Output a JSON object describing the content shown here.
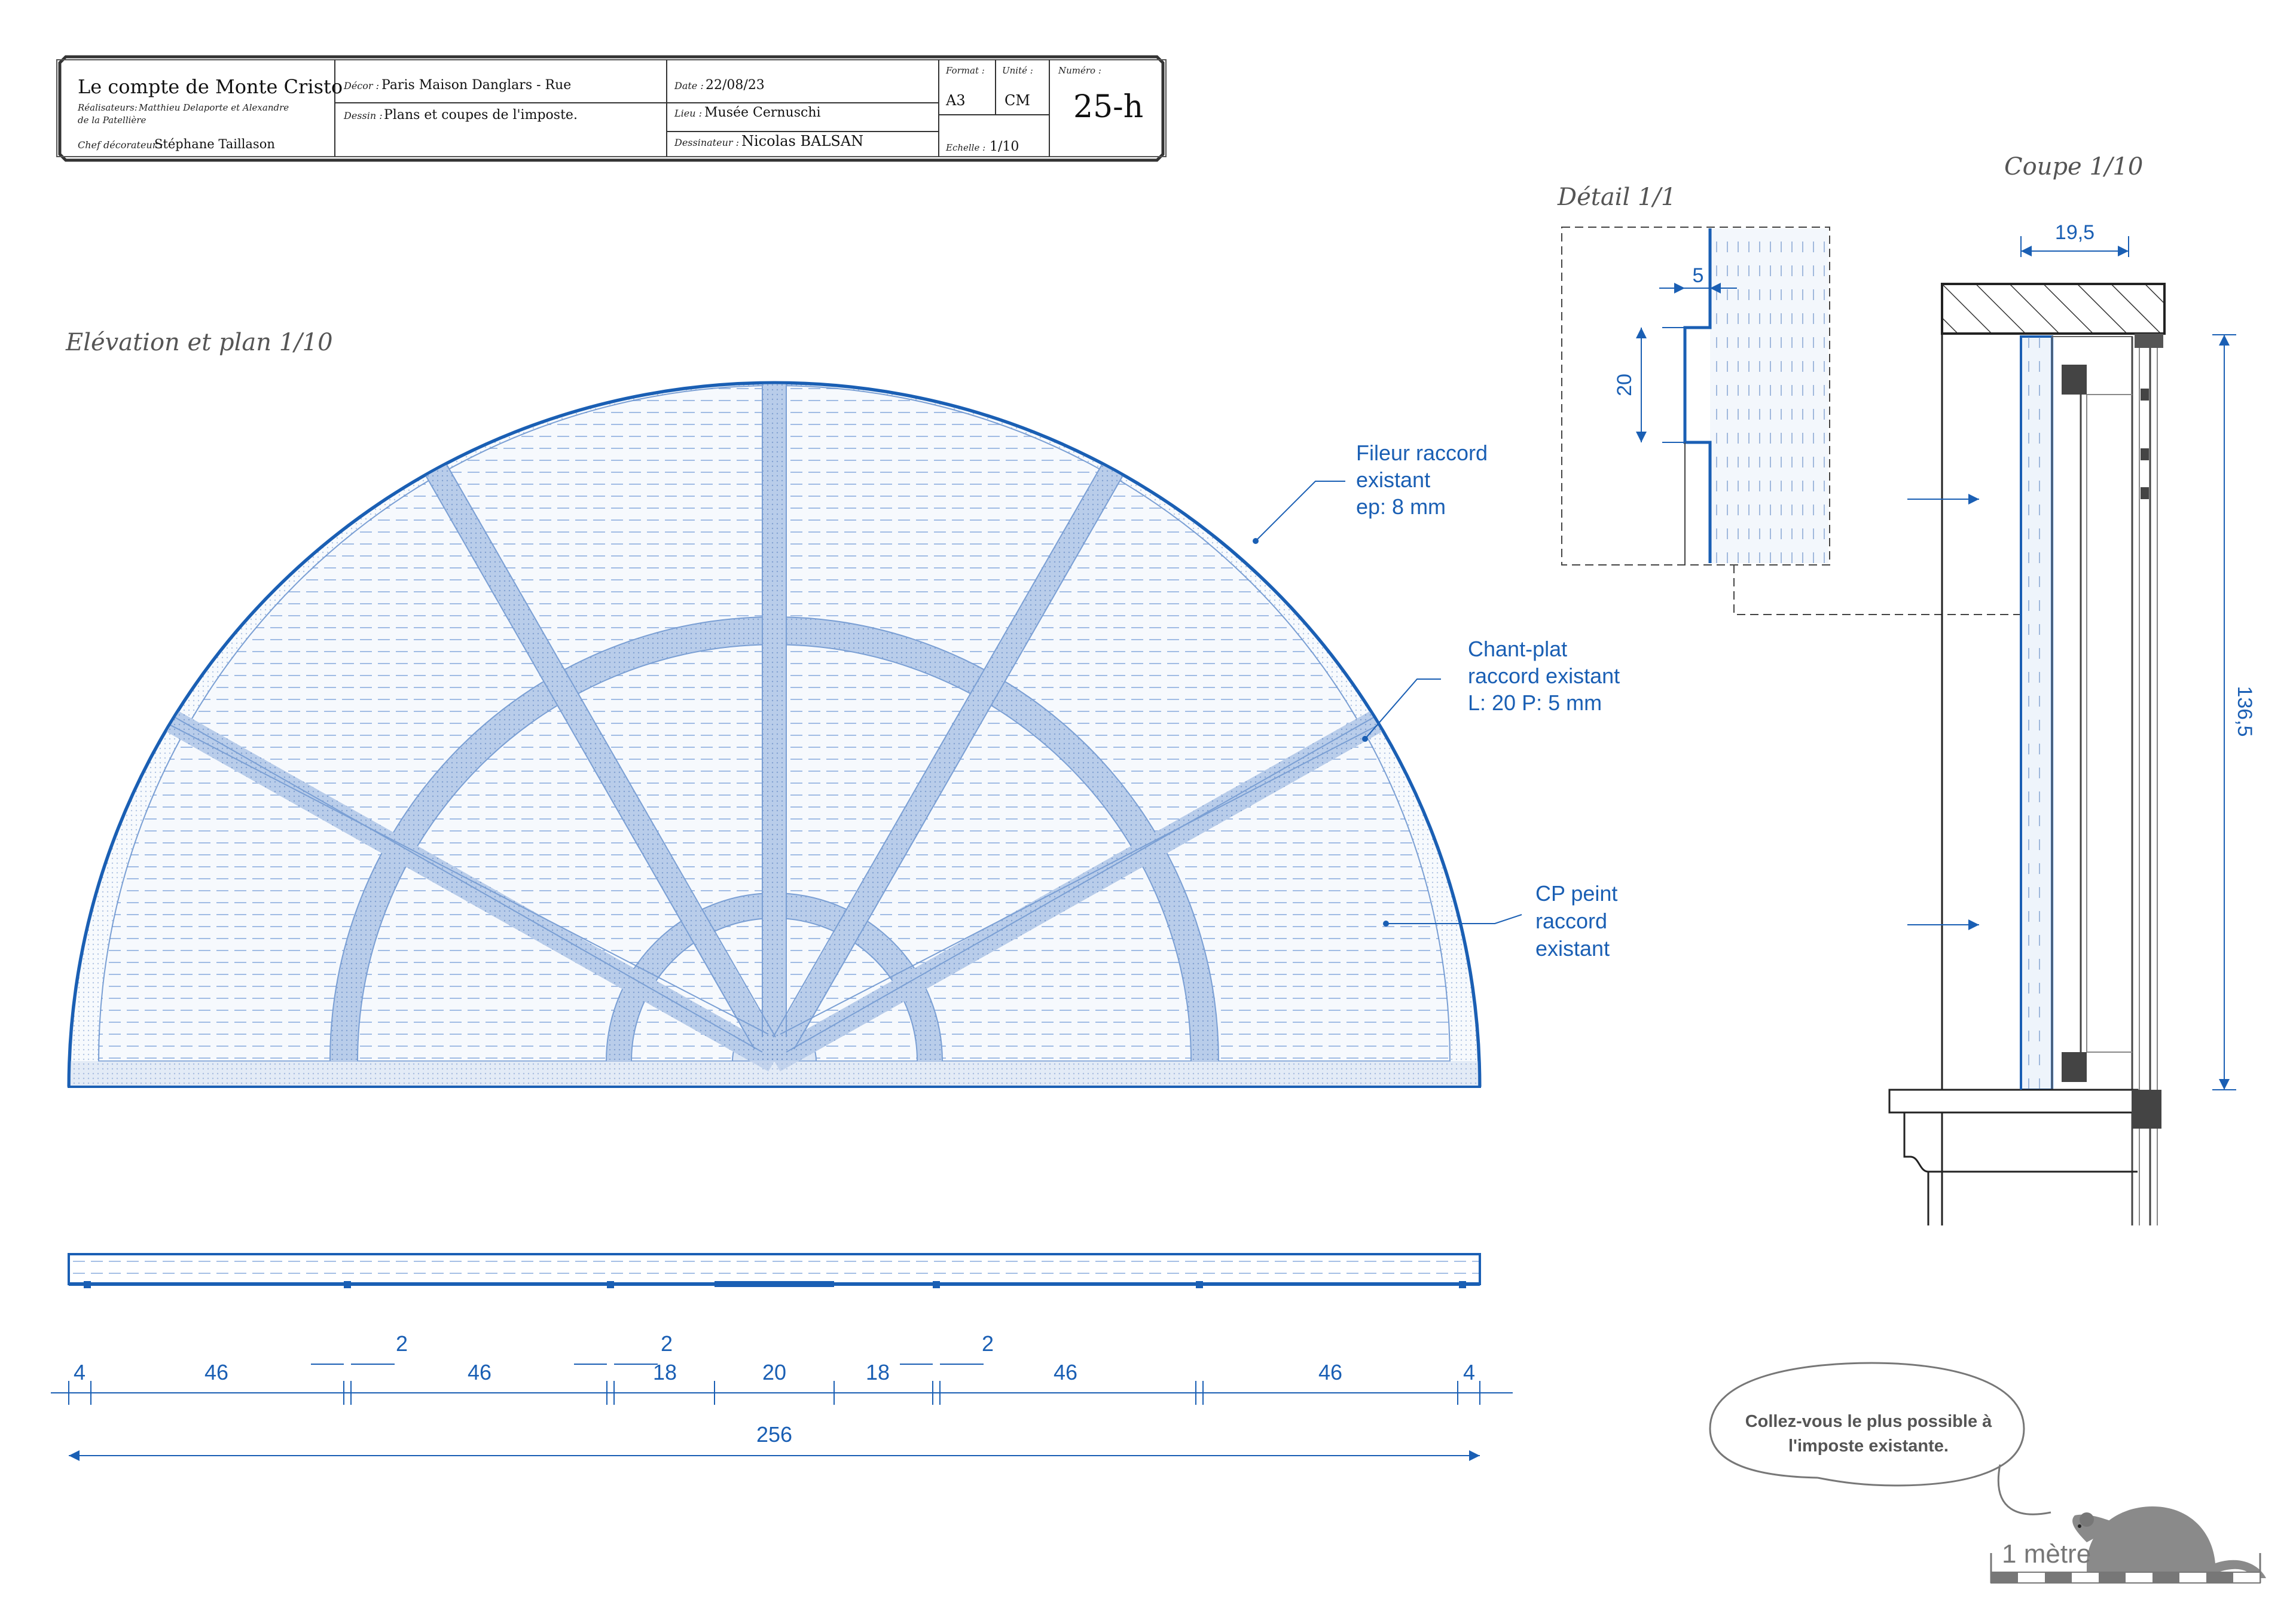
{
  "cartouche": {
    "title": "Le compte de Monte Cristo",
    "directors_label": "Réalisateurs:",
    "directors_line1": "Matthieu Delaporte et Alexandre",
    "directors_line2": "de la Patellière",
    "chief_label": "Chef décorateur :",
    "chief_value": "Stéphane Taillason",
    "decor_label": "Décor :",
    "decor_value": "Paris Maison Danglars - Rue",
    "dessin_label": "Dessin :",
    "dessin_value": "Plans et coupes de l'imposte.",
    "date_label": "Date :",
    "date_value": "22/08/23",
    "lieu_label": "Lieu :",
    "lieu_value": "Musée Cernuschi",
    "dessinateur_label": "Dessinateur :",
    "dessinateur_value": "Nicolas BALSAN",
    "format_label": "Format :",
    "format_value": "A3",
    "unite_label": "Unité :",
    "unite_value": "CM",
    "echelle_label": "Echelle :",
    "echelle_value": "1/10",
    "numero_label": "Numéro :",
    "numero_value": "25-h"
  },
  "titles": {
    "elevation": "Elévation et plan 1/10",
    "detail": "Détail 1/1",
    "coupe": "Coupe 1/10"
  },
  "annotations": {
    "fileur": [
      "Fileur raccord",
      "existant",
      "ep: 8 mm"
    ],
    "chant": [
      "Chant-plat",
      "raccord existant",
      "L: 20 P: 5 mm"
    ],
    "cp": [
      "CP peint",
      "raccord",
      "existant"
    ]
  },
  "dimensions": {
    "bottom_row": [
      "4",
      "46",
      "46",
      "18",
      "20",
      "18",
      "46",
      "46",
      "4"
    ],
    "small": [
      "2",
      "2",
      "2"
    ],
    "total": "256",
    "detail_width": "5",
    "detail_height": "20",
    "coupe_width": "19,5",
    "coupe_height": "136,5"
  },
  "bubble": {
    "line1": "Collez-vous le plus possible à",
    "line2": "l'imposte existante."
  },
  "scale": {
    "label": "1 mètre"
  },
  "colors": {
    "blue": "#1a5fb4",
    "ink": "#222222",
    "grey": "#555555"
  }
}
